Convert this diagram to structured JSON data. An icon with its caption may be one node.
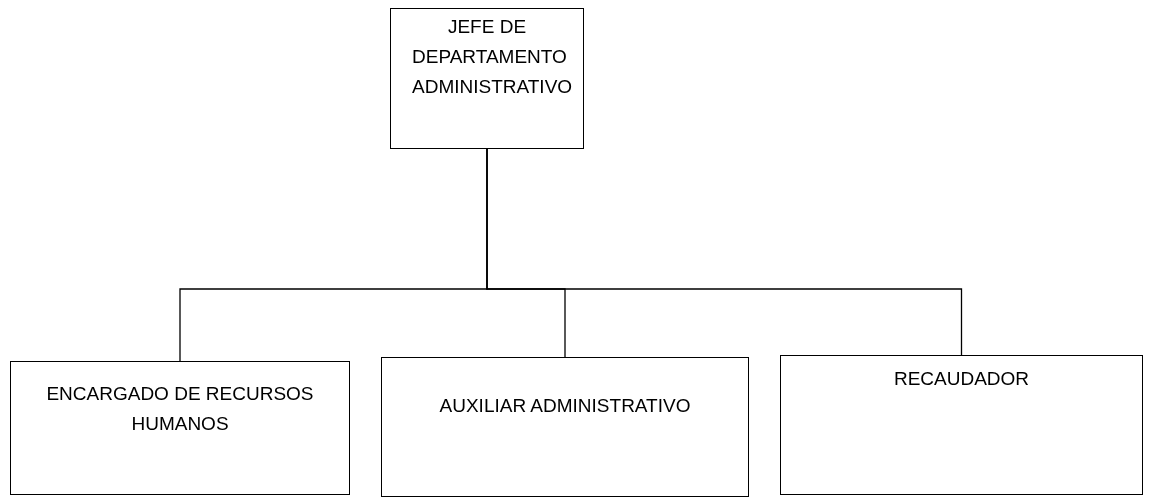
{
  "diagram": {
    "nodes": [
      {
        "text": [
          "JEFE DE DEPARTAMENTO ADMINISTRATIVO"
        ]
      },
      {
        "text": [
          "ENCARGADO DE RECURSOS HUMANOS"
        ]
      },
      {
        "text": [
          "AUXILIAR ADMINISTRATIVO"
        ]
      },
      {
        "text": [
          "RECAUDADOR"
        ]
      }
    ],
    "edges": [
      {
        "from": 0,
        "to": 1,
        "arrow": "none"
      },
      {
        "from": 0,
        "to": 2,
        "arrow": "none"
      },
      {
        "from": 0,
        "to": 3,
        "arrow": "none"
      }
    ]
  }
}
